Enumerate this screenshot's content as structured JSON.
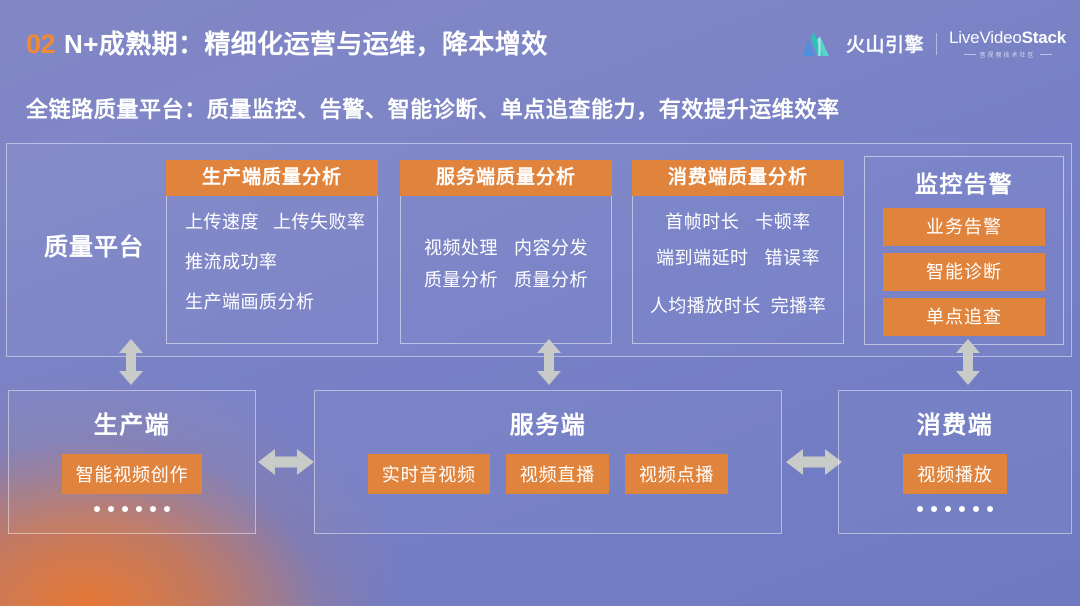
{
  "header": {
    "number": "02",
    "title": "N+成熟期：精细化运营与运维，降本增效",
    "subtitle": "全链路质量平台：质量监控、告警、智能诊断、单点追查能力，有效提升运维效率",
    "accent_orange": "#f08a34",
    "tag_orange": "#e0843d",
    "background_purple": "#7881c6"
  },
  "logo": {
    "mark": "mountain-icon",
    "brand_cn": "火山引擎",
    "brand_en_prefix": "Live",
    "brand_en_mid": "Video",
    "brand_en_suffix": "Stack",
    "brand_en_sub": "音视频技术社区"
  },
  "quality_platform": {
    "label": "质量平台",
    "cards": [
      {
        "title": "生产端质量分析",
        "rows": [
          [
            "上传速度",
            "上传失败率"
          ],
          [
            "推流成功率"
          ],
          [
            "生产端画质分析"
          ]
        ]
      },
      {
        "title": "服务端质量分析",
        "columns": [
          [
            "视频处理",
            "质量分析"
          ],
          [
            "内容分发",
            "质量分析"
          ]
        ]
      },
      {
        "title": "消费端质量分析",
        "rows": [
          [
            "首帧时长",
            "卡顿率"
          ],
          [
            "端到端延时",
            "错误率"
          ],
          [
            "人均播放时长",
            "完播率"
          ]
        ]
      }
    ],
    "monitoring": {
      "title": "监控告警",
      "buttons": [
        "业务告警",
        "智能诊断",
        "单点追查"
      ]
    }
  },
  "pipeline": {
    "production": {
      "title": "生产端",
      "tags": [
        "智能视频创作"
      ],
      "dots": 6
    },
    "service": {
      "title": "服务端",
      "tags": [
        "实时音视频",
        "视频直播",
        "视频点播"
      ],
      "dots": 0
    },
    "consumption": {
      "title": "消费端",
      "tags": [
        "视频播放"
      ],
      "dots": 6
    }
  },
  "arrows": {
    "vertical": [
      "arrow-up-down-icon",
      "arrow-up-down-icon",
      "arrow-up-down-icon"
    ],
    "horizontal": [
      "arrow-left-right-icon",
      "arrow-left-right-icon"
    ]
  }
}
